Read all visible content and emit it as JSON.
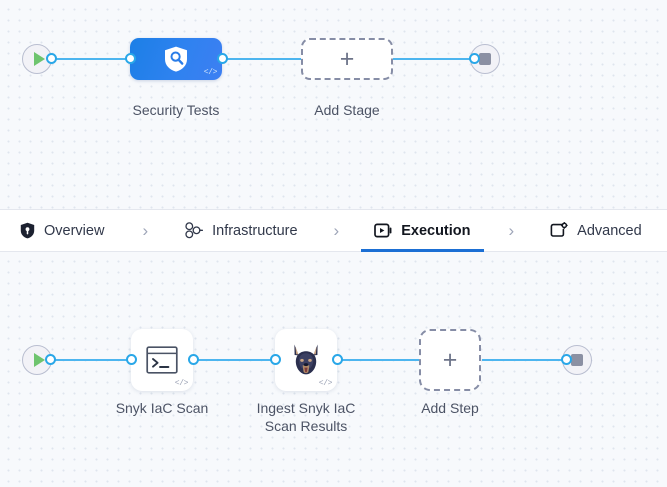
{
  "theme": {
    "canvas_bg": "#f7f9fc",
    "grid_dot": "#dfe5ee",
    "connector": "#4db5ef",
    "connector_dot": "#29a7e8",
    "stage_blue_from": "#1c7fe6",
    "stage_blue_to": "#3d7ff2",
    "active_tab_underline": "#1b6fd4",
    "label_text": "#4c5365",
    "dashed_border": "#868da6",
    "play_green": "#6ec46e",
    "stop_gray": "#8b90a3"
  },
  "stage_canvas": {
    "start": {
      "icon": "play-icon",
      "title": "Start"
    },
    "end": {
      "icon": "stop-icon",
      "title": "End"
    },
    "nodes": [
      {
        "label": "Security Tests",
        "icon": "shield-search-icon",
        "badge": "</>",
        "type": "stage"
      },
      {
        "label": "Add Stage",
        "icon": "plus-icon",
        "type": "add"
      }
    ]
  },
  "tabs": [
    {
      "label": "Overview",
      "icon": "shield-icon",
      "active": false
    },
    {
      "label": "Infrastructure",
      "icon": "nodes-cluster-icon",
      "active": false
    },
    {
      "label": "Execution",
      "icon": "play-box-icon",
      "active": true
    },
    {
      "label": "Advanced",
      "icon": "settings-box-icon",
      "active": false
    }
  ],
  "separator": "›",
  "step_canvas": {
    "start": {
      "icon": "play-icon",
      "title": "Start"
    },
    "end": {
      "icon": "stop-icon",
      "title": "End"
    },
    "nodes": [
      {
        "label": "Snyk IaC Scan",
        "icon": "terminal-icon",
        "badge": "</>",
        "type": "step"
      },
      {
        "label": "Ingest Snyk IaC\nScan Results",
        "icon": "snyk-doberman-icon",
        "badge": "</>",
        "type": "step"
      },
      {
        "label": "Add Step",
        "icon": "plus-icon",
        "type": "add"
      }
    ]
  }
}
